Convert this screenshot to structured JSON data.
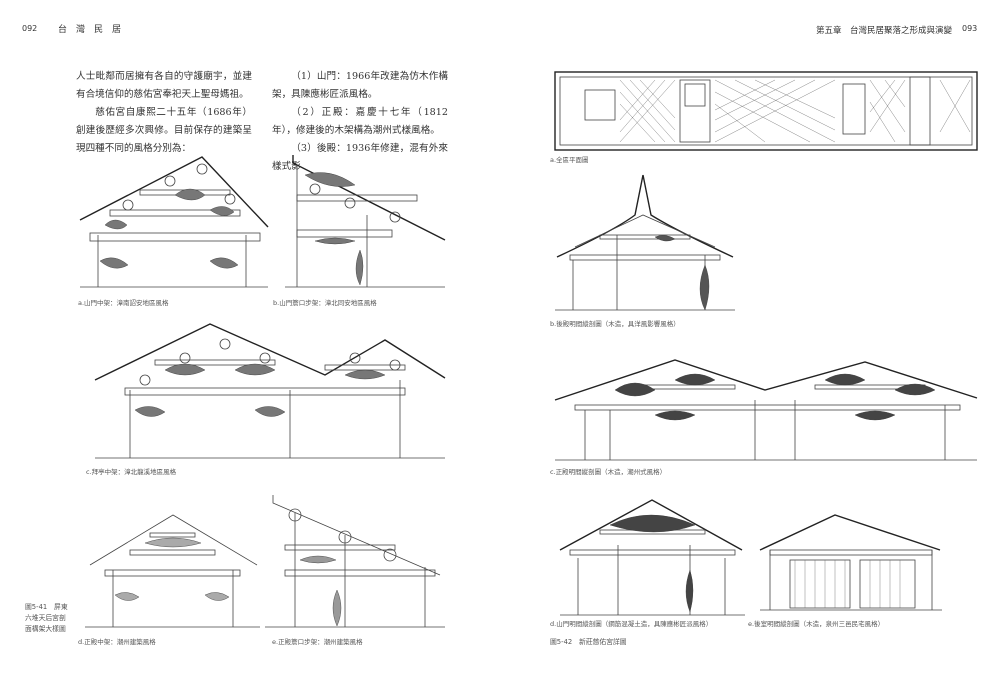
{
  "left_page": {
    "page_number": "092",
    "running_title": "台灣民居",
    "columns": [
      {
        "paragraphs": [
          "人士毗鄰而居擁有各自的守護廟宇，並建有合境信仰的慈佑宮奉祀天上聖母媽祖。",
          "慈佑宮自康熙二十五年（1686年）創建後歷經多次興修。目前保存的建築呈現四種不同的風格分別為："
        ]
      },
      {
        "paragraphs": [
          "（1）山門：1966年改建為仿木作構架，具陳應彬匠派風格。",
          "（2）正殿：嘉慶十七年（1812年），修建後的木架構為潮州式樣風格。",
          "（3）後殿：1936年修建，混有外來樣式影"
        ]
      }
    ],
    "figure_captions": {
      "a": "a.山門中架：漳南詔安地區風格",
      "b": "b.山門簷口步架：漳北同安地區風格",
      "c": "c.拜亭中架：漳北龍溪地區風格",
      "d": "d.正殿中架：潮州建築風格",
      "e": "e.正殿簷口步架：潮州建築風格"
    },
    "figure_title": "圖5-41　屏東六堆天后宮剖面構架大樣圖"
  },
  "right_page": {
    "page_number": "093",
    "running_title": "第五章　台灣民居聚落之形成與演變",
    "figure_captions": {
      "a": "a.全區平面圖",
      "b": "b.後殿明間縱剖圖（木造，具洋風影響風格）",
      "c": "c.正殿明間縱剖圖（木造，潮州式風格）",
      "d": "d.山門明間縱剖圖（鋼筋混凝土造，具陳應彬匠派風格）",
      "e": "e.後室明間縱剖圖（木造，泉州三邑民宅風格）"
    },
    "figure_title": "圖5-42　新莊慈佑宮詳圖"
  }
}
